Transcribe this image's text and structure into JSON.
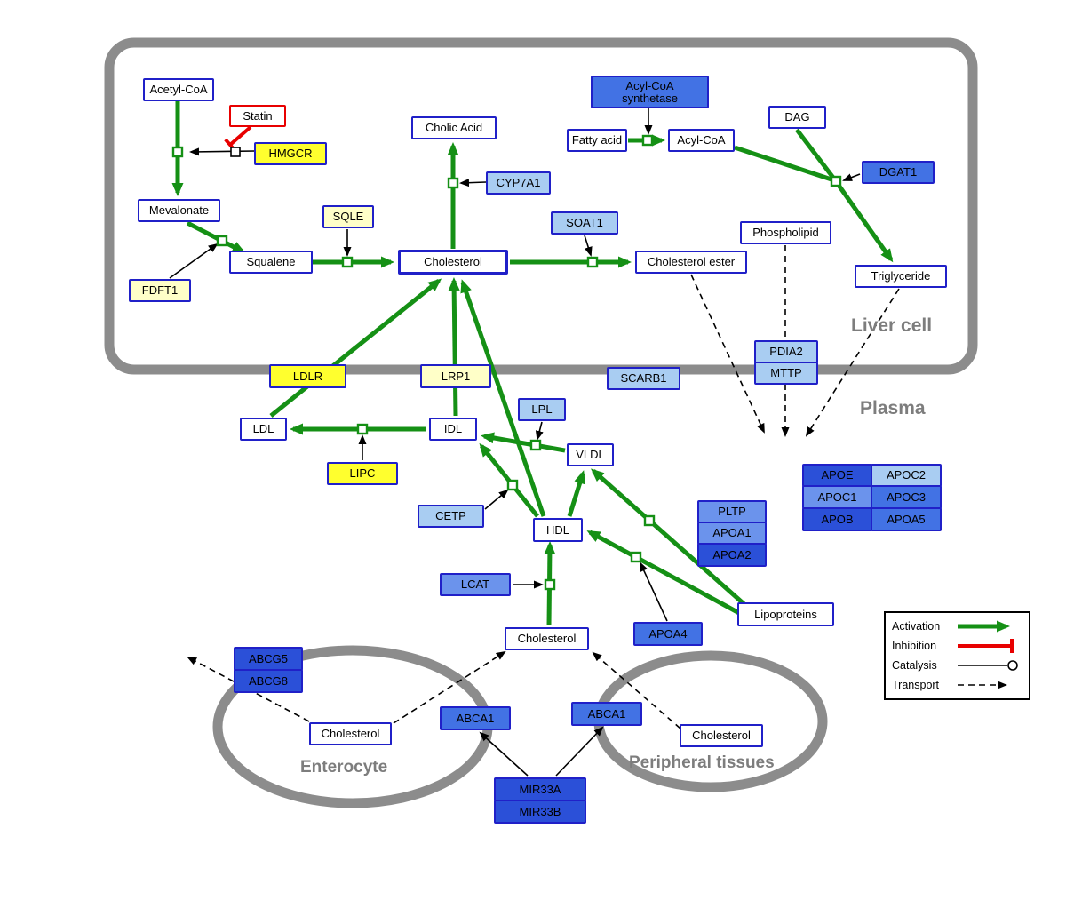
{
  "compartments": {
    "liver_cell": "Liver cell",
    "plasma": "Plasma",
    "enterocyte": "Enterocyte",
    "peripheral_tissues": "Peripheral tissues"
  },
  "legend": {
    "activation": "Activation",
    "inhibition": "Inhibition",
    "catalysis": "Catalysis",
    "transport": "Transport"
  },
  "palette": {
    "activation_green": "#159015",
    "inhibition_red": "#e80000",
    "membrane_gray": "#8c8c8c",
    "node_border_blue": "#2020c8",
    "yellow": "#ffff2e",
    "pale_yellow": "#ffffc8",
    "light_blue": "#a9cdf2",
    "medium_blue": "#6b93ec",
    "blue": "#4272e4",
    "dark_blue": "#2b50d8"
  },
  "nodes": {
    "acetyl_coa": {
      "label": "Acetyl-CoA"
    },
    "statin": {
      "label": "Statin"
    },
    "hmgcr": {
      "label": "HMGCR"
    },
    "mevalonate": {
      "label": "Mevalonate"
    },
    "fdft1": {
      "label": "FDFT1"
    },
    "squalene": {
      "label": "Squalene"
    },
    "sqle": {
      "label": "SQLE"
    },
    "cholesterol_liver": {
      "label": "Cholesterol"
    },
    "cholic_acid": {
      "label": "Cholic Acid"
    },
    "cyp7a1": {
      "label": "CYP7A1"
    },
    "soat1": {
      "label": "SOAT1"
    },
    "cholesterol_ester": {
      "label": "Cholesterol ester"
    },
    "acyl_coa_synthetase": {
      "label": "Acyl-CoA synthetase"
    },
    "fatty_acid": {
      "label": "Fatty acid"
    },
    "acyl_coa": {
      "label": "Acyl-CoA"
    },
    "dag": {
      "label": "DAG"
    },
    "dgat1": {
      "label": "DGAT1"
    },
    "phospholipid": {
      "label": "Phospholipid"
    },
    "triglyceride": {
      "label": "Triglyceride"
    },
    "pdia2": {
      "label": "PDIA2"
    },
    "mttp": {
      "label": "MTTP"
    },
    "scarb1": {
      "label": "SCARB1"
    },
    "ldlr": {
      "label": "LDLR"
    },
    "lrp1": {
      "label": "LRP1"
    },
    "ldl": {
      "label": "LDL"
    },
    "idl": {
      "label": "IDL"
    },
    "lpl": {
      "label": "LPL"
    },
    "vldl": {
      "label": "VLDL"
    },
    "lipc": {
      "label": "LIPC"
    },
    "cetp": {
      "label": "CETP"
    },
    "hdl": {
      "label": "HDL"
    },
    "lcat": {
      "label": "LCAT"
    },
    "pltp": {
      "label": "PLTP"
    },
    "apoa1": {
      "label": "APOA1"
    },
    "apoa2": {
      "label": "APOA2"
    },
    "apoa4": {
      "label": "APOA4"
    },
    "lipoproteins": {
      "label": "Lipoproteins"
    },
    "apoe": {
      "label": "APOE"
    },
    "apoc2": {
      "label": "APOC2"
    },
    "apoc1": {
      "label": "APOC1"
    },
    "apoc3": {
      "label": "APOC3"
    },
    "apob": {
      "label": "APOB"
    },
    "apoa5": {
      "label": "APOA5"
    },
    "cholesterol_plasma": {
      "label": "Cholesterol"
    },
    "abcg5": {
      "label": "ABCG5"
    },
    "abcg8": {
      "label": "ABCG8"
    },
    "cholesterol_enterocyte": {
      "label": "Cholesterol"
    },
    "abca1_enterocyte": {
      "label": "ABCA1"
    },
    "abca1_peripheral": {
      "label": "ABCA1"
    },
    "cholesterol_peripheral": {
      "label": "Cholesterol"
    },
    "mir33a": {
      "label": "MIR33A"
    },
    "mir33b": {
      "label": "MIR33B"
    }
  }
}
